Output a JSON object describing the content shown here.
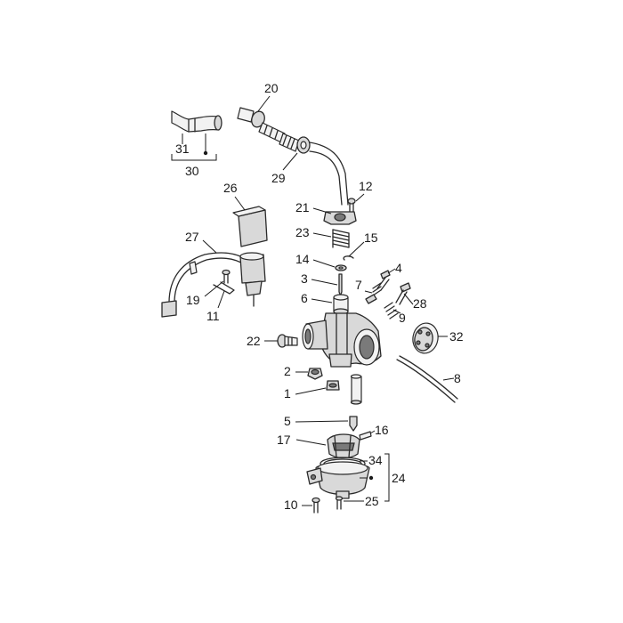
{
  "labels": {
    "l1": "1",
    "l2": "2",
    "l3": "3",
    "l4": "4",
    "l5": "5",
    "l6": "6",
    "l7": "7",
    "l8": "8",
    "l9": "9",
    "l10": "10",
    "l11": "11",
    "l12": "12",
    "l14": "14",
    "l15": "15",
    "l16": "16",
    "l17": "17",
    "l19": "19",
    "l20": "20",
    "l21": "21",
    "l22": "22",
    "l23": "23",
    "l24": "24",
    "l25": "25",
    "l26": "26",
    "l27": "27",
    "l28": "28",
    "l29": "29",
    "l30": "30",
    "l31": "31",
    "l32": "32",
    "l34": "34"
  }
}
